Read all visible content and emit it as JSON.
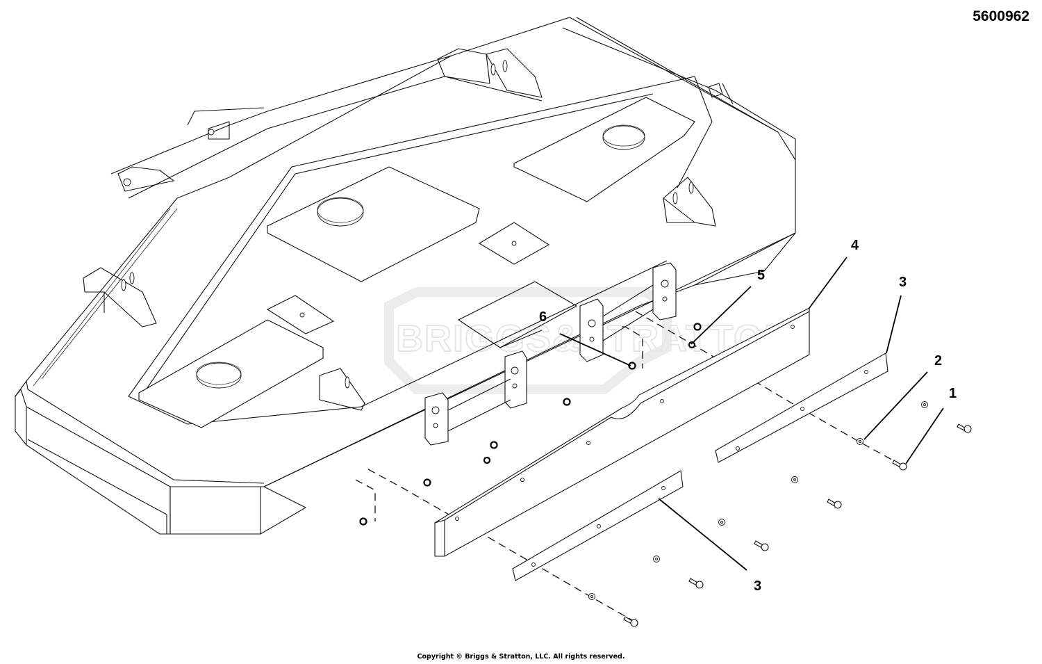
{
  "diagram": {
    "number": "5600962",
    "copyright": "Copyright © Briggs & Stratton, LLC. All rights reserved.",
    "watermark": "BRIGGS&STRATTON",
    "subject": "Mower deck assembly - front baffle / skirt hardware (exploded view)"
  },
  "callouts": [
    {
      "id": "1",
      "label": "1",
      "part": "bolt"
    },
    {
      "id": "2",
      "label": "2",
      "part": "washer"
    },
    {
      "id": "3a",
      "label": "3",
      "part": "baffle strip (upper right)"
    },
    {
      "id": "3b",
      "label": "3",
      "part": "baffle strip (lower)"
    },
    {
      "id": "4",
      "label": "4",
      "part": "skirt plate"
    },
    {
      "id": "5",
      "label": "5",
      "part": "nut"
    },
    {
      "id": "6",
      "label": "6",
      "part": "nut"
    }
  ]
}
